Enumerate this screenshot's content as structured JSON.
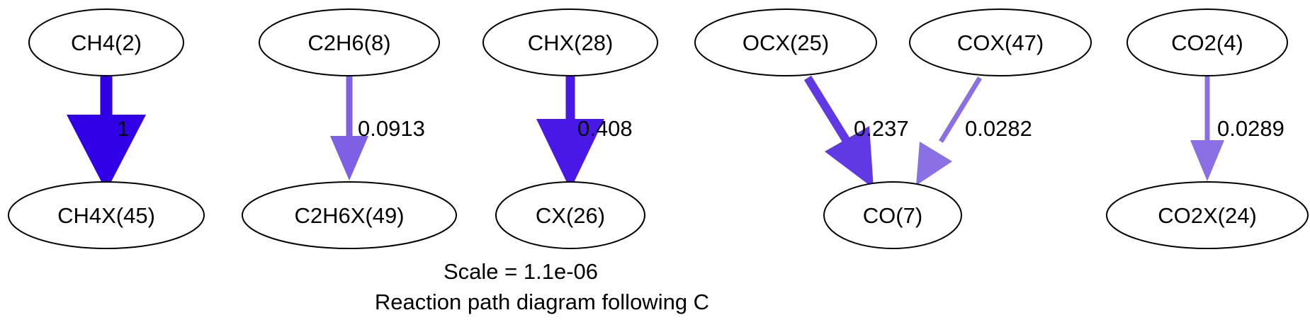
{
  "nodes": {
    "ch4": "CH4(2)",
    "c2h6": "C2H6(8)",
    "chx": "CHX(28)",
    "ocx": "OCX(25)",
    "cox": "COX(47)",
    "co2": "CO2(4)",
    "ch4x": "CH4X(45)",
    "c2h6x": "C2H6X(49)",
    "cx": "CX(26)",
    "co": "CO(7)",
    "co2x": "CO2X(24)"
  },
  "edges": {
    "ch4_ch4x": {
      "label": "1",
      "color": "#3200e6"
    },
    "c2h6_c2h6x": {
      "label": "0.0913",
      "color": "#7d60e4"
    },
    "chx_cx": {
      "label": "0.408",
      "color": "#4a18e6"
    },
    "ocx_co": {
      "label": "0.237",
      "color": "#6038e4"
    },
    "cox_co": {
      "label": "0.0282",
      "color": "#8a70e4"
    },
    "co2_co2x": {
      "label": "0.0289",
      "color": "#8a70e4"
    }
  },
  "caption": {
    "scale": "Scale = 1.1e-06",
    "title": "Reaction path diagram following C"
  }
}
